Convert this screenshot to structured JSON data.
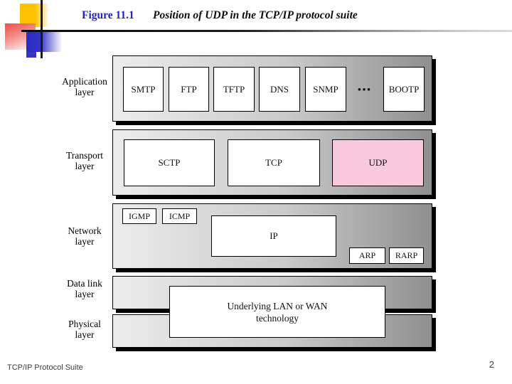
{
  "slide": {
    "figure_label": "Figure 11.1",
    "title": "Position of UDP in the TCP/IP protocol suite",
    "footer_text": "TCP/IP Protocol Suite",
    "page_number": "2"
  },
  "colors": {
    "figure_label_blue": "#2222cc",
    "udp_highlight_pink": "#f9cade",
    "band_gradient_left": "#ececec",
    "band_gradient_right": "#8f8f8f",
    "shadow_black": "#000000",
    "deco_yellow": "#ffc200",
    "deco_red": "#ee4c48",
    "deco_blue": "#2b2bc4"
  },
  "diagram": {
    "application": {
      "label_line1": "Application",
      "label_line2": "layer",
      "boxes": [
        "SMTP",
        "FTP",
        "TFTP",
        "DNS",
        "SNMP",
        "BOOTP"
      ],
      "ellipsis": "•••"
    },
    "transport": {
      "label_line1": "Transport",
      "label_line2": "layer",
      "boxes": [
        "SCTP",
        "TCP",
        "UDP"
      ]
    },
    "network": {
      "label_line1": "Network",
      "label_line2": "layer",
      "boxes": [
        "IGMP",
        "ICMP",
        "IP",
        "ARP",
        "RARP"
      ]
    },
    "datalink": {
      "label_line1": "Data link",
      "label_line2": "layer"
    },
    "physical": {
      "label_line1": "Physical",
      "label_line2": "layer"
    },
    "underlying": {
      "line1": "Underlying LAN or WAN",
      "line2": "technology"
    }
  }
}
